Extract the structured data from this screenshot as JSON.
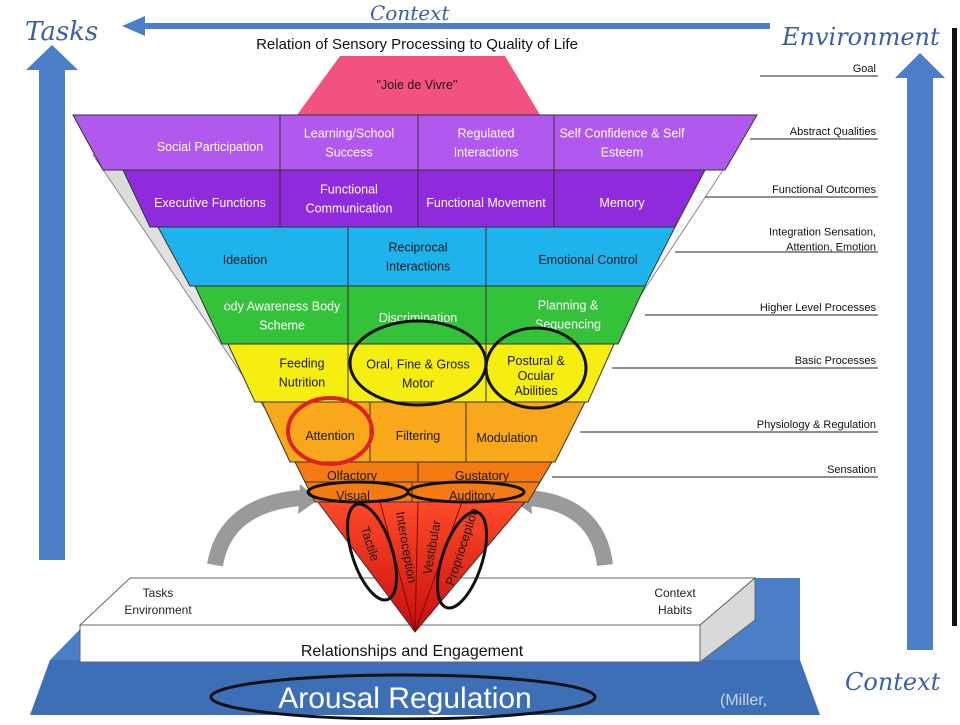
{
  "title": "Relation of Sensory Processing to Quality of Life",
  "corners": {
    "top_left": "Tasks",
    "top_right": "Environment",
    "top_center": "Context",
    "bottom_right": "Context"
  },
  "goal": "\"Joie de Vivre\"",
  "rows": {
    "abstract": [
      "Social Participation",
      "Learning/School|Success",
      "Regulated|Interactions",
      "Self Confidence & Self|Esteem"
    ],
    "functional": [
      "Executive Functions",
      "Functional|Communication",
      "Functional Movement",
      "Memory"
    ],
    "integration": [
      "Ideation",
      "Reciprocal|Interactions",
      "Emotional Control"
    ],
    "higher": [
      "ody Awareness Body|Scheme",
      "Discrimination",
      "Planning &|Sequencing"
    ],
    "basic": [
      "Feeding|Nutrition",
      "Oral, Fine & Gross|Motor",
      "Postural &|Ocular|Abilities"
    ],
    "physiology": [
      "Attention",
      "Filtering",
      "Modulation"
    ],
    "sensation_top": [
      "Olfactory",
      "Gustatory"
    ],
    "sensation_mid": [
      "Visual",
      "Auditory"
    ],
    "sensation_cone": [
      "Tactile",
      "Interoception",
      "Vestibular",
      "Proprioception"
    ]
  },
  "levels": [
    "Goal",
    "Abstract Qualities",
    "Functional Outcomes",
    "Integration Sensation,|Attention, Emotion",
    "Higher Level Processes",
    "Basic Processes",
    "Physiology & Regulation",
    "Sensation"
  ],
  "base": {
    "left": "Tasks|Environment",
    "right": "Context|Habits",
    "platform": "Relationships and Engagement",
    "bar": "Arousal Regulation",
    "citation": "(Miller,"
  },
  "colors": {
    "pink": "#f2527f",
    "purple_light": "#b158ef",
    "purple_dark": "#8f2bdc",
    "cyan": "#1fb3ee",
    "green": "#34c23a",
    "yellow": "#f6ee10",
    "orange": "#f8a81a",
    "orange_dark": "#f47a12",
    "red": "#e8241a",
    "arrow_blue": "#4a7fc7",
    "bar_blue": "#3c6fb6"
  }
}
